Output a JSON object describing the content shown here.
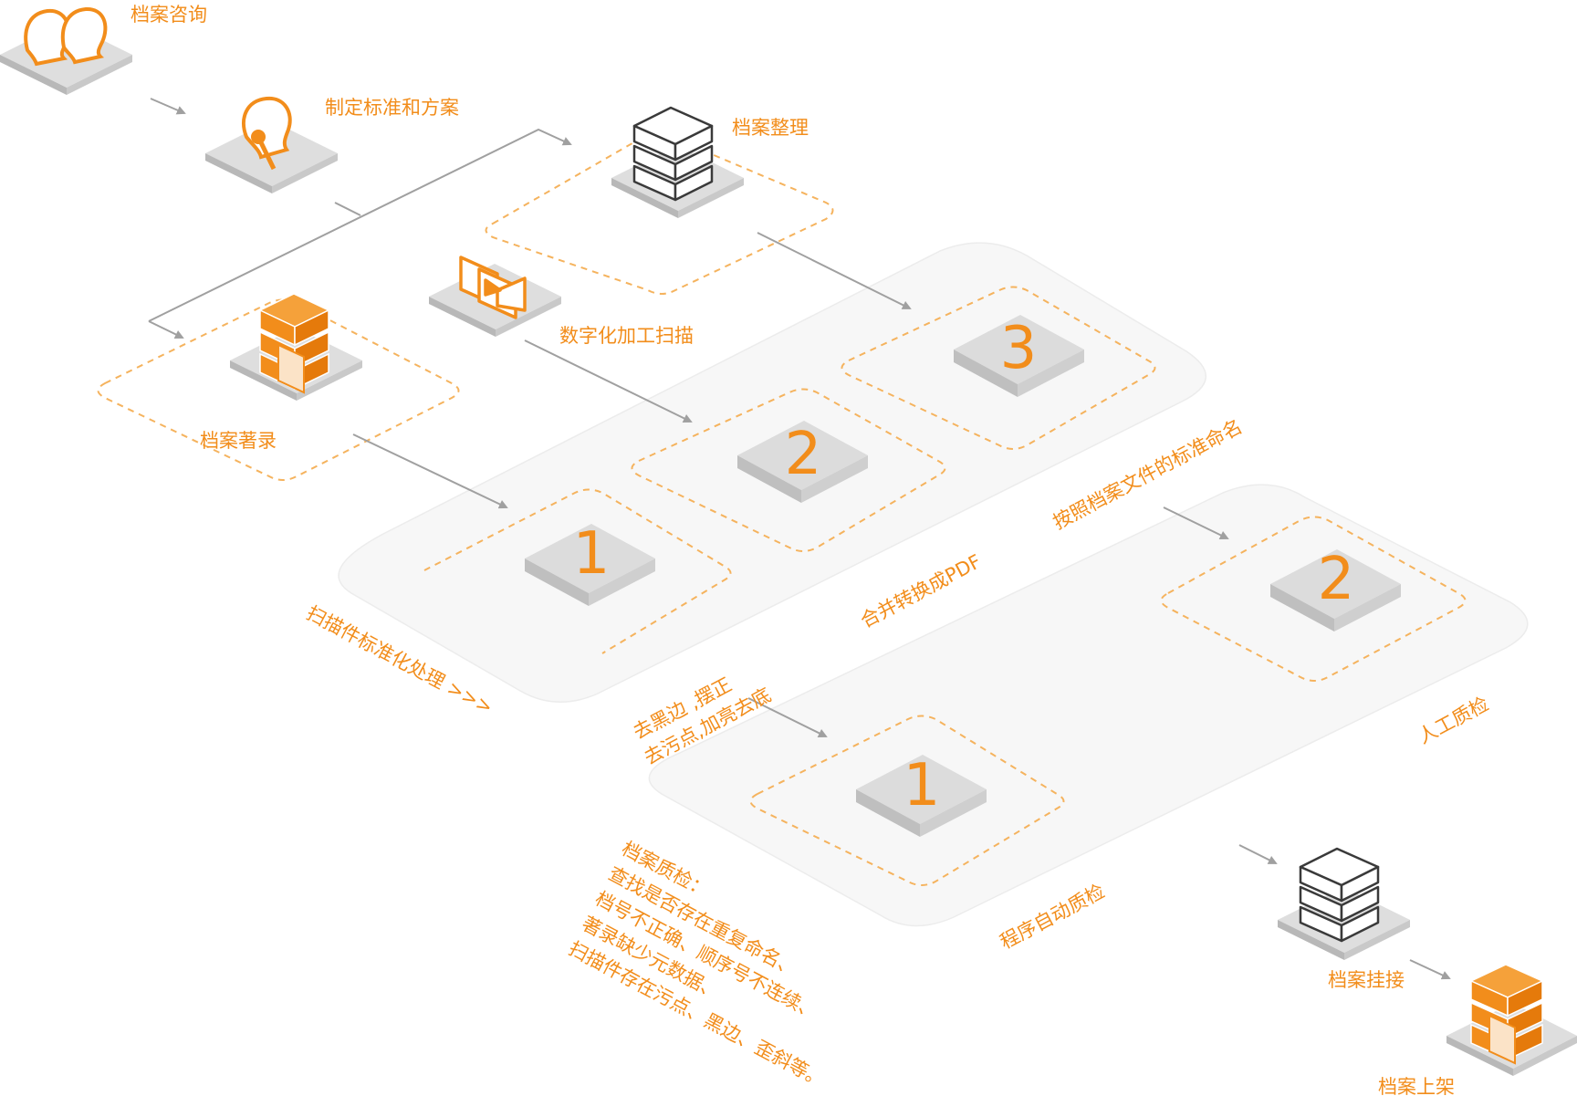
{
  "labels": {
    "consult": "档案咨询",
    "standard": "制定标准和方案",
    "organize": "档案整理",
    "digitize": "数字化加工扫描",
    "catalog": "档案著录",
    "scan_process": "扫描件标准化处理 >>>",
    "deskew": "去黑边 ,摆正",
    "clean": "去污点,加亮去底",
    "merge_pdf": "合并转换成PDF",
    "naming": "按照档案文件的标准命名",
    "manual_qc": "人工质检",
    "auto_qc": "程序自动质检",
    "mount": "档案挂接",
    "shelve": "档案上架"
  },
  "steps": {
    "scan_1": "1",
    "scan_2": "2",
    "scan_3": "3",
    "qc_1": "1",
    "qc_2": "2"
  },
  "qc_note": [
    "档案质检：",
    "查找是否存在重复命名、",
    "档号不正确、顺序号不连续、",
    "著录缺少元数据、",
    "扫描件存在污点、黑边、歪斜等。"
  ],
  "colors": {
    "accent": "#f28d1b",
    "tile": "#d6d6d6",
    "platform": "#f7f7f7",
    "arrow": "#a0a0a0"
  },
  "icons": [
    "people-icon",
    "planning-icon",
    "server-stack-icon",
    "video-scan-icon",
    "orange-server-icon",
    "white-server-icon",
    "orange-cabinet-icon"
  ]
}
